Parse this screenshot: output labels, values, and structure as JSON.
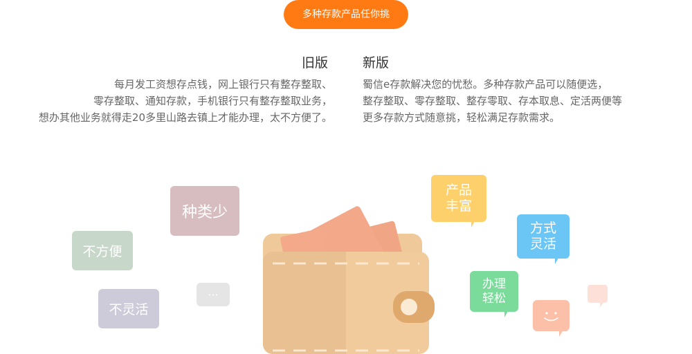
{
  "header": {
    "pill_label": "多种存款产品任你挑"
  },
  "old_version": {
    "title": "旧版",
    "lines": [
      "每月发工资想存点钱，网上银行只有整存整取、",
      "零存整取、通知存款，手机银行只有整存整取业务，",
      "想办其他业务就得走20多里山路去镇上才能办理，太不方便了。"
    ]
  },
  "new_version": {
    "title": "新版",
    "lines": [
      "蜀信e存款解决您的忧愁。多种存款产品可以随便选，",
      "整存整取、零存整取、整存零取、存本取息、定活两便等",
      "更多存款方式随意挑，轻松满足存款需求。"
    ]
  },
  "old_tags": {
    "zhonglei": "种类少",
    "bufangbian": "不方便",
    "bulinghuo": "不灵活",
    "more": "···"
  },
  "new_tags": {
    "chanpin": [
      "产品",
      "丰富"
    ],
    "fangshi": [
      "方式",
      "灵活"
    ],
    "banli": [
      "办理",
      "轻松"
    ]
  },
  "colors": {
    "accent": "#ff7a12",
    "wallet": "#f1cb9b",
    "wallet_shadow": "#e7bd8e",
    "card": "#f3a98a"
  }
}
